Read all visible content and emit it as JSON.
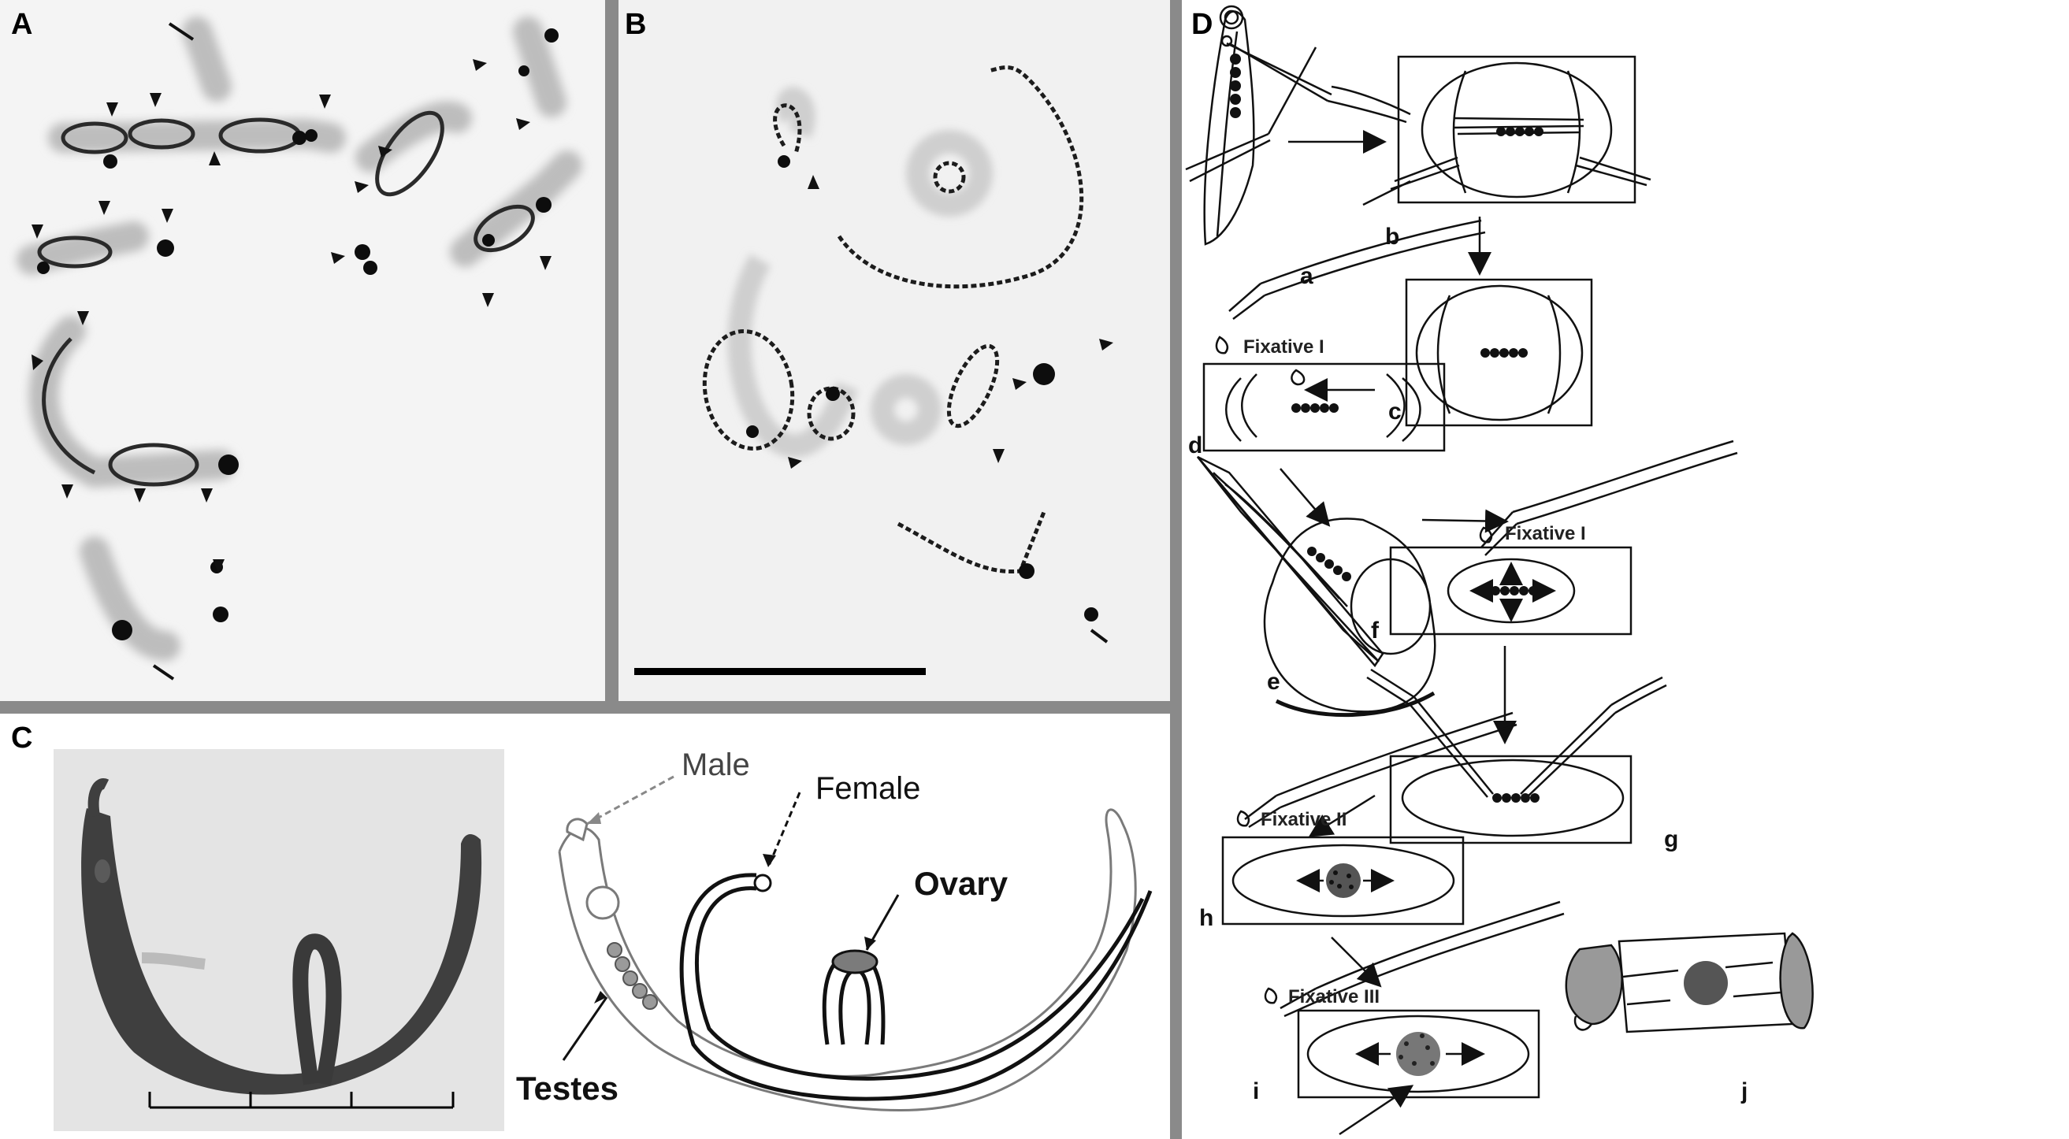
{
  "panels": {
    "a": {
      "label": "A"
    },
    "b": {
      "label": "B"
    },
    "c": {
      "label": "C",
      "annotations": {
        "male": "Male",
        "female": "Female",
        "ovary": "Ovary",
        "testes": "Testes"
      }
    },
    "d": {
      "label": "D",
      "steps": {
        "a": "a",
        "b": "b",
        "c": "c",
        "d": "d",
        "e": "e",
        "f": "f",
        "g": "g",
        "h": "h",
        "i": "i",
        "j": "j"
      },
      "fixatives": {
        "d": "Fixative I",
        "f": "Fixative I",
        "h": "Fixative II",
        "i": "Fixative III"
      }
    }
  },
  "colors": {
    "separator": "#8a8a8a",
    "ink": "#111111",
    "micrograph_bg": "#f3f3f3"
  }
}
